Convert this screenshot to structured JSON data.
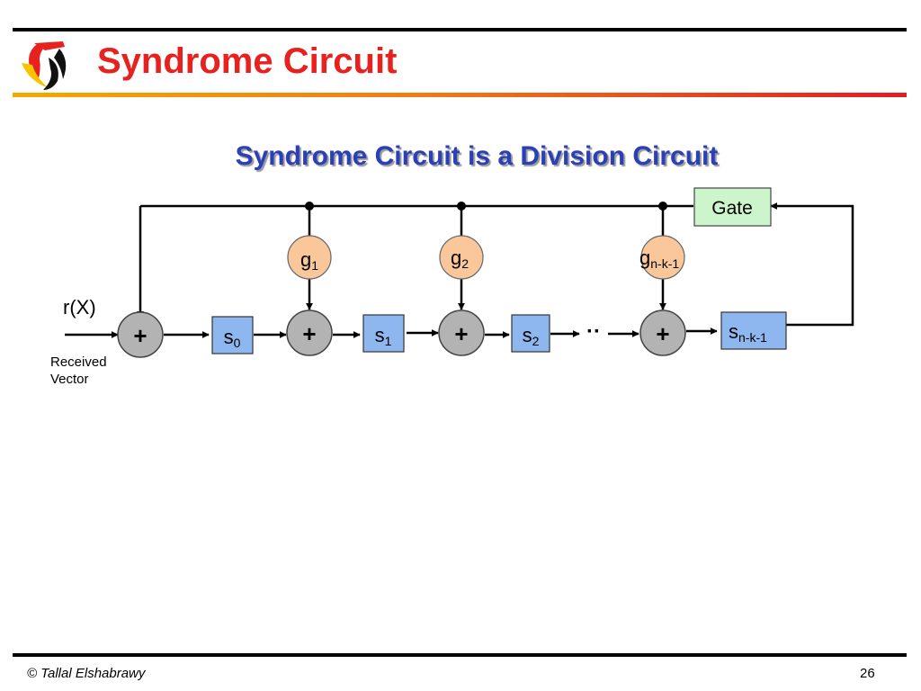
{
  "header": {
    "title": "Syndrome Circuit"
  },
  "slide": {
    "subtitle": "Syndrome Circuit is a Division Circuit"
  },
  "diagram": {
    "input_label": "r(X)",
    "input_note_line1": "Received",
    "input_note_line2": "Vector",
    "adder_symbol": "+",
    "gate_label": "Gate",
    "ellipsis": "··",
    "registers": [
      {
        "base": "s",
        "sub": "0"
      },
      {
        "base": "s",
        "sub": "1"
      },
      {
        "base": "s",
        "sub": "2"
      },
      {
        "base": "s",
        "sub": "n-k-1"
      }
    ],
    "coefficients": [
      {
        "base": "g",
        "sub": "1"
      },
      {
        "base": "g",
        "sub": "2"
      },
      {
        "base": "g",
        "sub": "n-k-1"
      }
    ],
    "colors": {
      "register_fill": "#8fb7ef",
      "coefficient_fill": "#f9c79a",
      "gate_fill": "#ccf5cc",
      "adder_fill": "#b3b3b3"
    }
  },
  "footer": {
    "author": "© Tallal Elshabrawy",
    "page_number": "26"
  }
}
